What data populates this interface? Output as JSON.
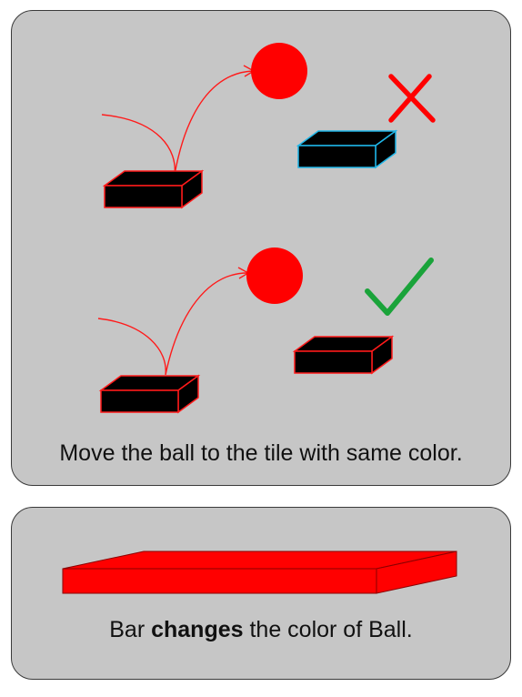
{
  "colors": {
    "card_background": "#c6c6c6",
    "card_border": "#3a3a3a",
    "ball": "#ff0000",
    "tile_fill": "#000000",
    "tile_matching_edge": "#ff1a1a",
    "tile_wrong_edge": "#1fb6e8",
    "cross_mark": "#ff0000",
    "check_mark": "#1aa33a",
    "bar_fill": "#ff0000",
    "text": "#111111"
  },
  "rule_card": {
    "caption": "Move the ball to the tile with same color."
  },
  "bar_card": {
    "caption_prefix": "Bar ",
    "caption_bold": "changes",
    "caption_suffix": " the color of Ball."
  }
}
